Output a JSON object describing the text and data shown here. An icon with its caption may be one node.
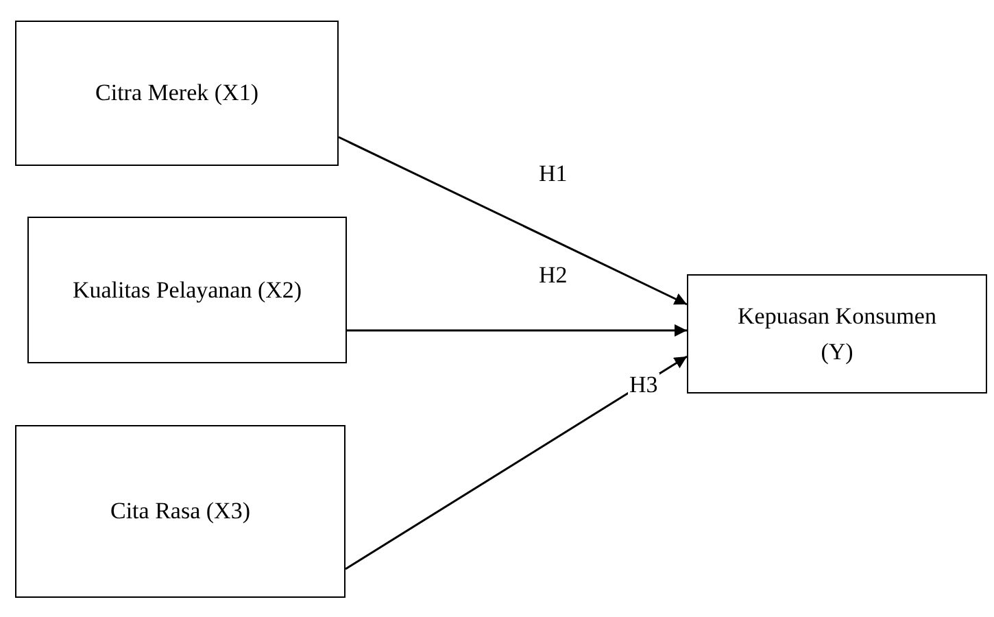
{
  "diagram": {
    "nodes": [
      {
        "text": [
          "Citra Merek (X1)"
        ]
      },
      {
        "text": [
          "Kualitas Pelayanan (X2)"
        ]
      },
      {
        "text": [
          "Cita Rasa (X3)"
        ]
      },
      {
        "text": [
          "Kepuasan Konsumen (Y)"
        ]
      }
    ],
    "edges": [
      {
        "from": 0,
        "to": 3,
        "arrow": "to",
        "label": "H1"
      },
      {
        "from": 1,
        "to": 3,
        "arrow": "to",
        "label": "H2"
      },
      {
        "from": 2,
        "to": 3,
        "arrow": "to",
        "label": "H3"
      }
    ]
  }
}
